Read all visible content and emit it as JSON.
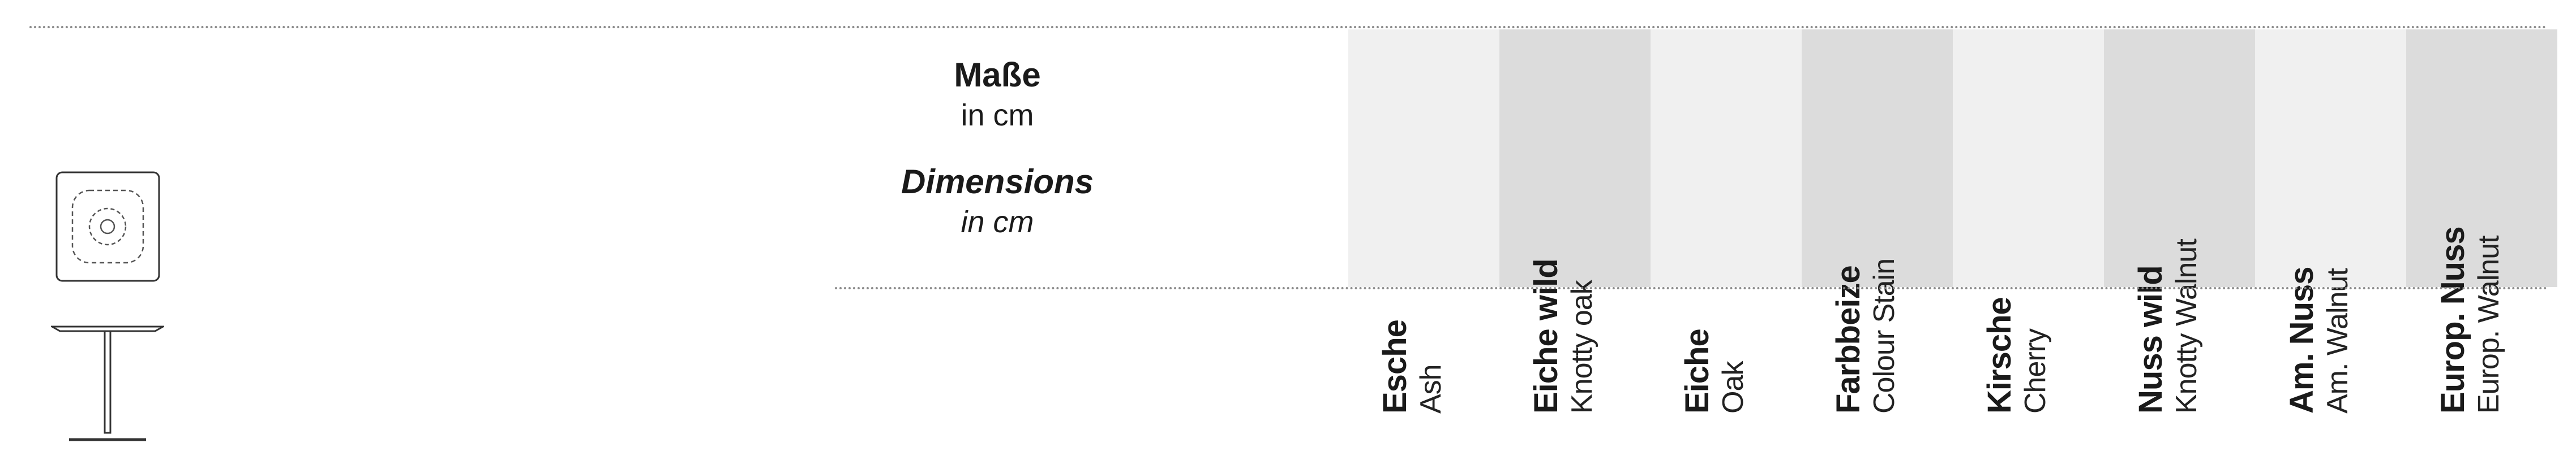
{
  "dimensions": {
    "de_title": "Maße",
    "de_unit": "in cm",
    "en_title": "Dimensions",
    "en_unit": "in cm"
  },
  "woods": [
    {
      "de": "Esche",
      "en": "Ash",
      "bg": "#f0f0f0"
    },
    {
      "de": "Eiche wild",
      "en": "Knotty oak",
      "bg": "#dcdcdc"
    },
    {
      "de": "Eiche",
      "en": "Oak",
      "bg": "#f0f0f0"
    },
    {
      "de": "Farbbeize",
      "en": "Colour Stain",
      "bg": "#dcdcdc"
    },
    {
      "de": "Kirsche",
      "en": "Cherry",
      "bg": "#f0f0f0"
    },
    {
      "de": "Nuss wild",
      "en": "Knotty Walnut",
      "bg": "#dcdcdc"
    },
    {
      "de": "Am. Nuss",
      "en": "Am. Walnut",
      "bg": "#f0f0f0"
    },
    {
      "de": "Europ. Nuss",
      "en": "Europ. Walnut",
      "bg": "#dcdcdc"
    }
  ]
}
